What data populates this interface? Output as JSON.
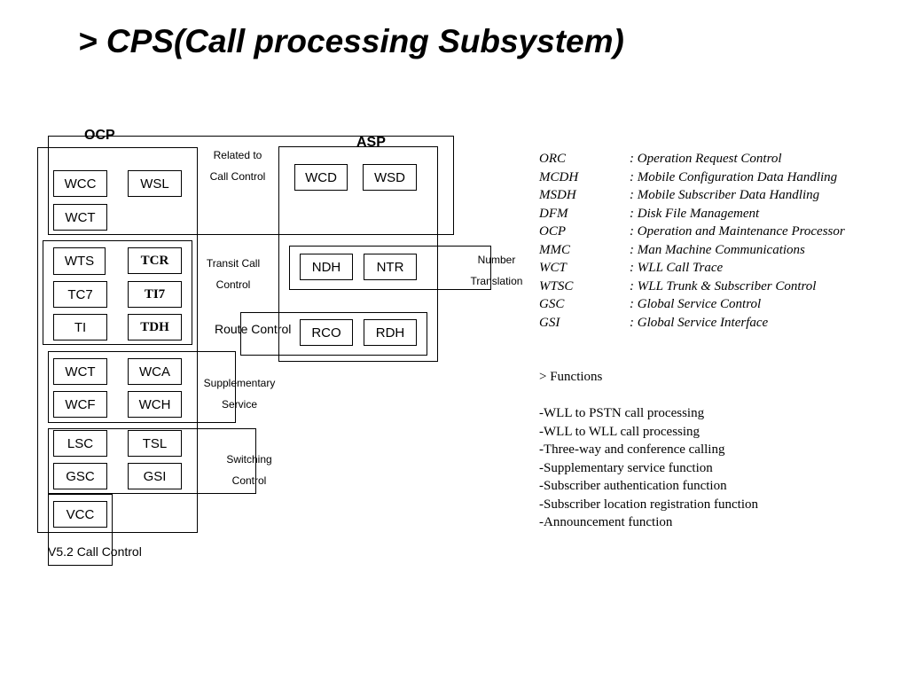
{
  "title": "> CPS(Call processing Subsystem)",
  "diagram": {
    "group_labels": {
      "ocp": "OCP",
      "asp": "ASP"
    },
    "function_labels": {
      "related_to_call_control": "Related to\nCall Control",
      "transit_call_control": "Transit Call\nControl",
      "route_control": "Route Control",
      "number_translation": "Number\nTranslation",
      "supplementary_service": "Supplementary\nService",
      "switching_control": "Switching\nControl",
      "v52_call_control": "V5.2 Call Control"
    },
    "modules": {
      "wcc": "WCC",
      "wsl": "WSL",
      "wct_top": "WCT",
      "wcd": "WCD",
      "wsd": "WSD",
      "wts": "WTS",
      "tcr": "TCR",
      "tc7": "TC7",
      "ti7": "TI7",
      "ti": "TI",
      "tdh": "TDH",
      "ndh": "NDH",
      "ntr": "NTR",
      "rco": "RCO",
      "rdh": "RDH",
      "wct_mid": "WCT",
      "wca": "WCA",
      "wcf": "WCF",
      "wch": "WCH",
      "lsc": "LSC",
      "tsl": "TSL",
      "gsc": "GSC",
      "gsi": "GSI",
      "vcc": "VCC"
    }
  },
  "legend": [
    {
      "abbr": "ORC",
      "desc": ": Operation Request Control"
    },
    {
      "abbr": "MCDH",
      "desc": ": Mobile Configuration Data Handling"
    },
    {
      "abbr": "MSDH",
      "desc": ": Mobile Subscriber Data Handling"
    },
    {
      "abbr": "DFM",
      "desc": ": Disk File Management"
    },
    {
      "abbr": "OCP",
      "desc": ": Operation and Maintenance Processor"
    },
    {
      "abbr": "MMC",
      "desc": ": Man Machine Communications"
    },
    {
      "abbr": "WCT",
      "desc": ": WLL Call Trace"
    },
    {
      "abbr": "WTSC",
      "desc": ": WLL Trunk & Subscriber Control"
    },
    {
      "abbr": "GSC",
      "desc": ": Global Service Control"
    },
    {
      "abbr": "GSI",
      "desc": ": Global Service Interface"
    }
  ],
  "functions": {
    "heading": "> Functions",
    "items": [
      "-WLL to PSTN call processing",
      "-WLL to WLL call processing",
      "-Three-way and conference calling",
      "-Supplementary service function",
      "-Subscriber authentication function",
      "-Subscriber location registration function",
      "-Announcement function"
    ]
  }
}
